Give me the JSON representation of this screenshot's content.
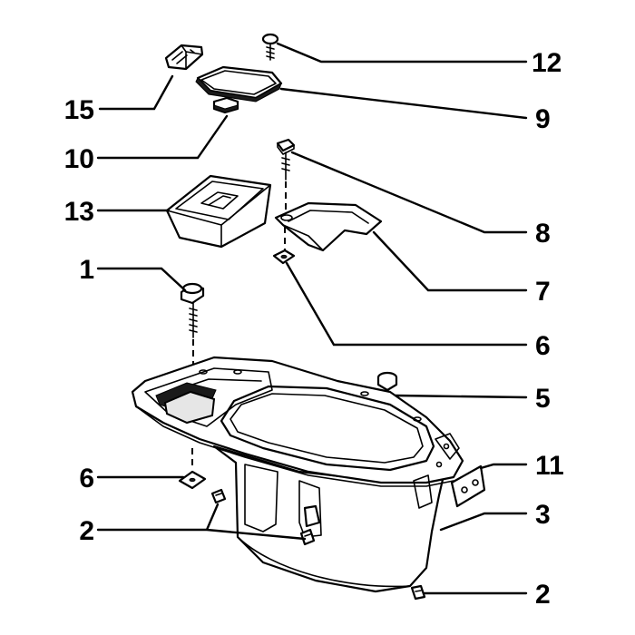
{
  "callouts": {
    "c15": "15",
    "c10": "10",
    "c13": "13",
    "c1": "1",
    "c6_left": "6",
    "c2_left": "2",
    "c12": "12",
    "c9": "9",
    "c8": "8",
    "c7": "7",
    "c6_right": "6",
    "c5": "5",
    "c11": "11",
    "c3": "3",
    "c2_right": "2"
  }
}
